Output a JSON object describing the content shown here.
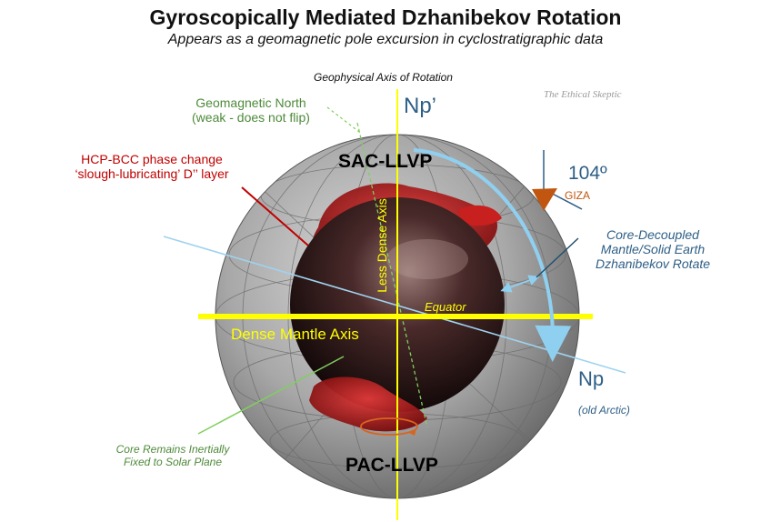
{
  "title": "Gyroscopically Mediated Dzhanibekov Rotation",
  "subtitle": "Appears as a geomagnetic pole excursion in cyclostratigraphic data",
  "labels": {
    "geophysical_axis": "Geophysical Axis of Rotation",
    "watermark": "The Ethical Skeptic",
    "geomagnetic_north_line1": "Geomagnetic North",
    "geomagnetic_north_line2": "(weak - does not flip)",
    "hcp_line1": "HCP-BCC phase change",
    "hcp_line2": "‘slough-lubricating’ D’’ layer",
    "np_prime": "Np’",
    "sac_llvp": "SAC-LLVP",
    "less_dense_axis": "Less Dense Axis",
    "degrees": "104º",
    "giza": "GIZA",
    "core_decoupled_line1": "Core-Decoupled",
    "core_decoupled_line2": "Mantle/Solid Earth",
    "core_decoupled_line3": "Dzhanibekov Rotate",
    "equator": "Equator",
    "dense_mantle_axis": "Dense Mantle Axis",
    "np": "Np",
    "old_arctic": "(old Arctic)",
    "core_remains_line1": "Core Remains Inertially",
    "core_remains_line2": "Fixed to Solar Plane",
    "pac_llvp": "PAC-LLVP"
  },
  "colors": {
    "yellow_axis": "#ffff00",
    "blue_axis": "#9fd3ef",
    "green_line": "#7fcf5f",
    "red_line": "#c00000",
    "giza_marker": "#c0560f",
    "rotation_arrow": "#8fd0f0"
  }
}
